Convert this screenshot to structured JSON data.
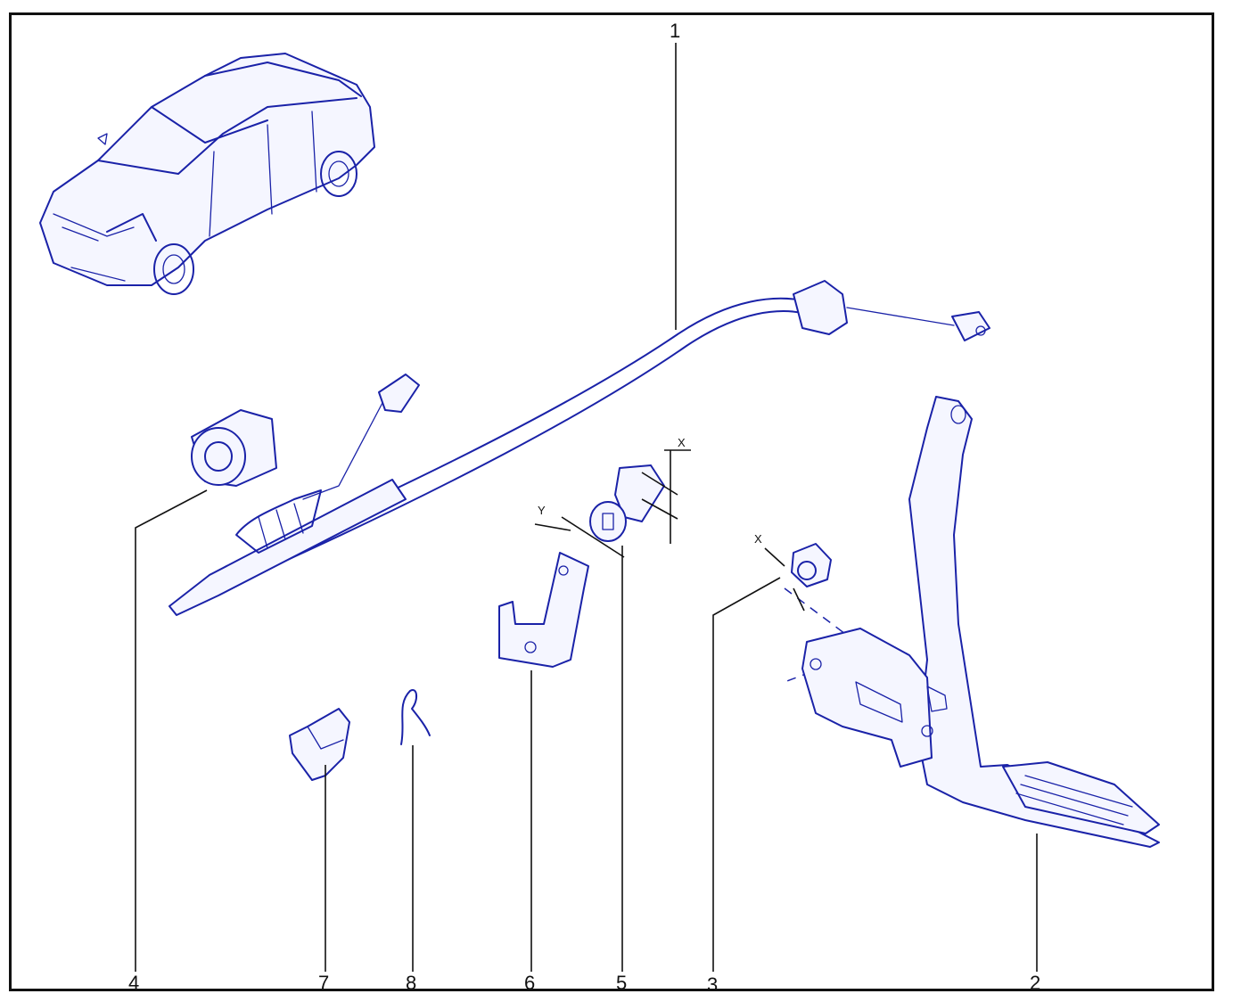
{
  "callouts": [
    {
      "id": "1",
      "text": "1"
    },
    {
      "id": "2",
      "text": "2"
    },
    {
      "id": "3",
      "text": "3"
    },
    {
      "id": "4",
      "text": "4"
    },
    {
      "id": "5",
      "text": "5"
    },
    {
      "id": "6",
      "text": "6"
    },
    {
      "id": "7",
      "text": "7"
    },
    {
      "id": "8",
      "text": "8"
    }
  ],
  "dimension_marks": {
    "x_top": "X",
    "y_mark": "Y",
    "x_nut": "X"
  },
  "colors": {
    "line_ink": "#1a22a8",
    "leader_ink": "#111111",
    "frame": "#111111"
  }
}
